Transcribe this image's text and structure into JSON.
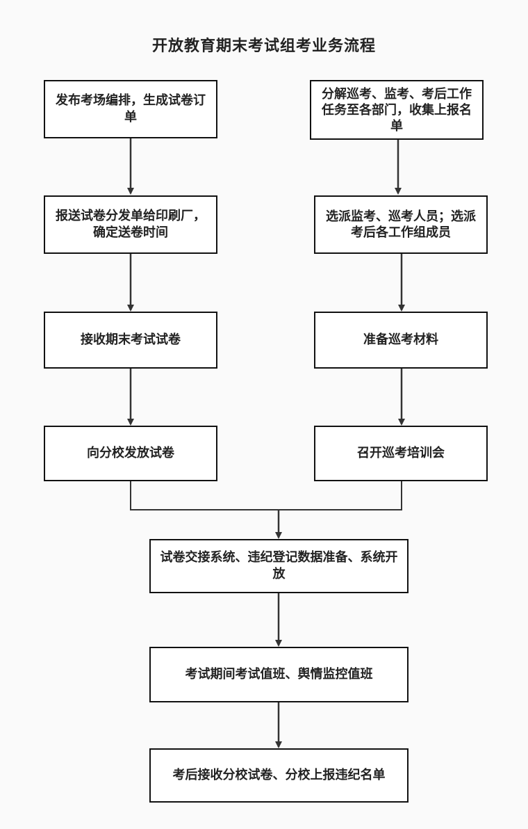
{
  "title": "开放教育期末考试组考业务流程",
  "left_column": [
    "发布考场编排，生成试卷订单",
    "报送试卷分发单给印刷厂，确定送卷时间",
    "接收期末考试试卷",
    "向分校发放试卷"
  ],
  "right_column": [
    "分解巡考、监考、考后工作任务至各部门，收集上报名单",
    "选派监考、巡考人员；选派考后各工作组成员",
    "准备巡考材料",
    "召开巡考培训会"
  ],
  "bottom_column": [
    "试卷交接系统、违纪登记数据准备、系统开放",
    "考试期间考试值班、舆情监控值班",
    "考后接收分校试卷、分校上报违纪名单"
  ]
}
